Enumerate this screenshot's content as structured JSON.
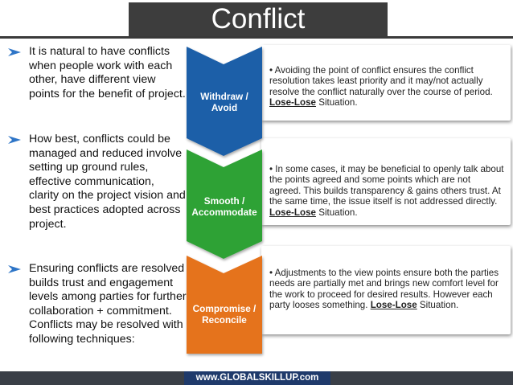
{
  "title": "Conflict Management",
  "bullets": [
    {
      "text": "It is natural to have conflicts when people work with each other, have different view points for the benefit of project."
    },
    {
      "text": "How best, conflicts could be managed and reduced involve setting up ground rules, effective communication, clarity on the project vision and best practices adopted across project."
    },
    {
      "text": "Ensuring conflicts are resolved builds trust and engagement levels among parties for further collaboration + commitment. Conflicts may be resolved with following techniques:"
    }
  ],
  "techniques": [
    {
      "label": "Withdraw / Avoid",
      "color": "#1f5fa8",
      "description": "• Avoiding the point of conflict ensures the conflict resolution takes least priority and it may/not actually resolve the conflict naturally over the course of period.",
      "outcome": "Lose-Lose",
      "suffix": " Situation."
    },
    {
      "label": "Smooth / Accommodate",
      "color": "#2fa236",
      "description": "• In some cases, it may be beneficial to openly talk about the points agreed and some points which are not agreed. This builds transparency & gains others trust. At the same time, the issue itself is not addressed directly.",
      "outcome": "Lose-Lose",
      "suffix": " Situation."
    },
    {
      "label": "Compromise / Reconcile",
      "color": "#e5731c",
      "description": "• Adjustments to the view points ensure both the parties needs are partially met and brings new comfort level for the work to proceed for desired results. However each party looses something.",
      "outcome": "Lose-Lose",
      "suffix": " Situation."
    }
  ],
  "footer": {
    "url": "www.GLOBALSKILLUP.com"
  },
  "colors": {
    "title_bg": "#3d3d3d",
    "arrow": "#2e75c7",
    "footer_bg": "#3a3f47",
    "footer_bar": "#1f3a6b"
  }
}
